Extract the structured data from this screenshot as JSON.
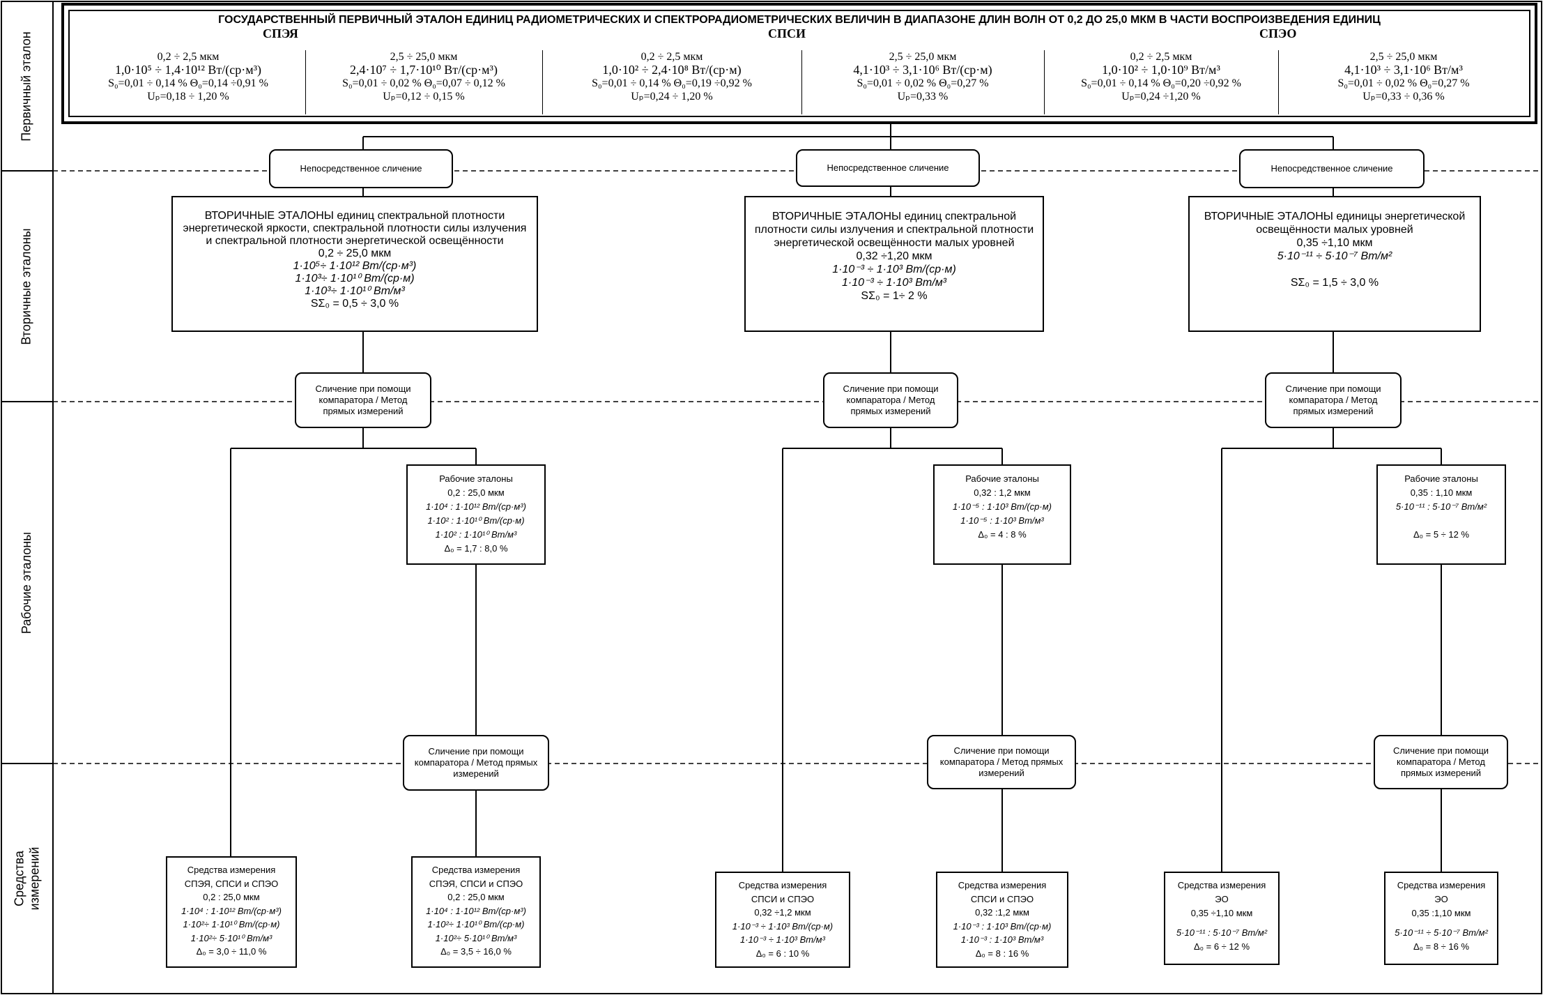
{
  "lanes": [
    "Первичный эталон",
    "Вторичные эталоны",
    "Рабочие эталоны",
    "Средства измерений"
  ],
  "primary": {
    "title": "ГОСУДАРСТВЕННЫЙ ПЕРВИЧНЫЙ ЭТАЛОН ЕДИНИЦ РАДИОМЕТРИЧЕСКИХ И СПЕКТРОРАДИОМЕТРИЧЕСКИХ ВЕЛИЧИН В ДИАПАЗОНЕ ДЛИН ВОЛН ОТ 0,2 ДО 25,0 МКМ В ЧАСТИ ВОСПРОИЗВЕДЕНИЯ ЕДИНИЦ",
    "groups": [
      "СПЭЯ",
      "СПСИ",
      "СПЭО"
    ],
    "columns": [
      [
        "0,2 ÷ 2,5 мкм",
        "1,0·10⁵ ÷ 1,4·10¹² Вт/(ср·м³)",
        "S₀=0,01 ÷ 0,14 %  Θ₀=0,14 ÷0,91 %",
        "Uₚ=0,18 ÷ 1,20 %"
      ],
      [
        "2,5 ÷ 25,0 мкм",
        "2,4·10⁷ ÷ 1,7·10¹⁰ Вт/(ср·м³)",
        "S₀=0,01 ÷ 0,02 %  Θ₀=0,07 ÷ 0,12  %",
        "Uₚ=0,12 ÷ 0,15 %"
      ],
      [
        "0,2 ÷ 2,5 мкм",
        "1,0·10² ÷ 2,4·10⁸ Вт/(ср·м)",
        "S₀=0,01 ÷ 0,14 %  Θ₀=0,19 ÷0,92 %",
        "Uₚ=0,24 ÷ 1,20 %"
      ],
      [
        "2,5 ÷ 25,0 мкм",
        "4,1·10³ ÷ 3,1·10⁶ Вт/(ср·м)",
        "S₀=0,01 ÷ 0,02 %  Θ₀=0,27 %",
        "Uₚ=0,33 %"
      ],
      [
        "0,2 ÷ 2,5 мкм",
        "1,0·10² ÷ 1,0·10⁹ Вт/м³",
        "S₀=0,01 ÷ 0,14 %  Θ₀=0,20 ÷0,92 %",
        "Uₚ=0,24 ÷1,20 %"
      ],
      [
        "2,5 ÷ 25,0 мкм",
        "4,1·10³ ÷ 3,1·10⁶ Вт/м³",
        "S₀=0,01 ÷ 0,02 %  Θ₀=0,27 %",
        "Uₚ=0,33 ÷ 0,36 %"
      ]
    ]
  },
  "comparison_direct": "Непосредственное сличение",
  "comparison_comparator": [
    "Сличение при помощи",
    "компаратора / Метод",
    "прямых измерений"
  ],
  "comparison_comparator_wide": [
    "Сличение при помощи",
    "компаратора / Метод прямых",
    "измерений"
  ],
  "secondary": [
    [
      "ВТОРИЧНЫЕ ЭТАЛОНЫ единиц спектральной  плотности",
      "энергетической яркости, спектральной плотности силы излучения",
      "и спектральной плотности энергетической освещённости",
      "0,2 ÷ 25,0 мкм",
      "1·10⁵÷ 1·10¹² Вт/(ср·м³)",
      "1·10³÷ 1·10¹⁰ Вт/(ср·м)",
      "1·10³÷ 1·10¹⁰ Вт/м³",
      "SΣ₀ = 0,5 ÷ 3,0 %"
    ],
    [
      "ВТОРИЧНЫЕ ЭТАЛОНЫ единиц спектральной",
      "плотности силы излучения и спектральной плотности",
      "энергетической освещённости малых уровней",
      "0,32 ÷1,20 мкм",
      "1·10⁻³ ÷ 1·10³ Вт/(ср·м)",
      "1·10⁻³ ÷ 1·10³ Вт/м³",
      "SΣ₀ = 1÷ 2 %"
    ],
    [
      "ВТОРИЧНЫЕ ЭТАЛОНЫ единицы энергетической",
      "освещённости малых уровней",
      "0,35 ÷1,10 мкм",
      "5·10⁻¹¹ ÷ 5·10⁻⁷ Вт/м²",
      "SΣ₀ = 1,5 ÷ 3,0 %"
    ]
  ],
  "working": [
    [
      "Рабочие эталоны",
      "0,2 : 25,0 мкм",
      "1·10⁴ : 1·10¹² Вт/(ср·м³)",
      "1·10² : 1·10¹⁰ Вт/(ср·м)",
      "1·10² : 1·10¹⁰ Вт/м³",
      "Δ₀ = 1,7 : 8,0 %"
    ],
    [
      "Рабочие эталоны",
      "0,32 : 1,2 мкм",
      "1·10⁻⁵ : 1·10³ Вт/(ср·м)",
      "1·10⁻⁵ : 1·10³ Вт/м³",
      "Δ₀ = 4 : 8 %"
    ],
    [
      "Рабочие эталоны",
      "0,35 : 1,10 мкм",
      "5·10⁻¹¹ : 5·10⁻⁷ Вт/м²",
      "Δ₀ = 5 ÷ 12 %"
    ]
  ],
  "instruments": [
    [
      "Средства измерения",
      "СПЭЯ, СПСИ и СПЭО",
      "0,2 : 25,0 мкм",
      "1·10⁴ : 1·10¹² Вт/(ср·м³)",
      "1·10²÷ 1·10¹⁰ Вт/(ср·м)",
      "1·10²÷ 5·10¹⁰ Вт/м³",
      "Δ₀ = 3,0 ÷ 11,0 %"
    ],
    [
      "Средства измерения",
      "СПЭЯ, СПСИ и СПЭО",
      "0,2 : 25,0 мкм",
      "1·10⁴ : 1·10¹² Вт/(ср·м³)",
      "1·10²÷ 1·10¹⁰ Вт/(ср·м)",
      "1·10²÷ 5·10¹⁰ Вт/м³",
      "Δ₀ = 3,5 ÷ 16,0 %"
    ],
    [
      "Средства измерения",
      "СПСИ и СПЭО",
      "0,32 ÷1,2 мкм",
      "1·10⁻³ ÷ 1·10³ Вт/(ср·м)",
      "1·10⁻³ ÷ 1·10³ Вт/м³",
      "Δ₀ = 6 : 10 %"
    ],
    [
      "Средства измерения",
      "СПСИ и СПЭО",
      "0,32 :1,2 мкм",
      "1·10⁻³ : 1·10³ Вт/(ср·м)",
      "1·10⁻³ : 1·10³ Вт/м³",
      "Δ₀ = 8 : 16 %"
    ],
    [
      "Средства измерения",
      "ЭО",
      "0,35 ÷1,10 мкм",
      "5·10⁻¹¹ : 5·10⁻⁷ Вт/м²",
      "Δ₀ = 6 ÷ 12 %"
    ],
    [
      "Средства измерения",
      "ЭО",
      "0,35 :1,10 мкм",
      "5·10⁻¹¹ ÷ 5·10⁻⁷ Вт/м²",
      "Δ₀ = 8 ÷ 16 %"
    ]
  ]
}
